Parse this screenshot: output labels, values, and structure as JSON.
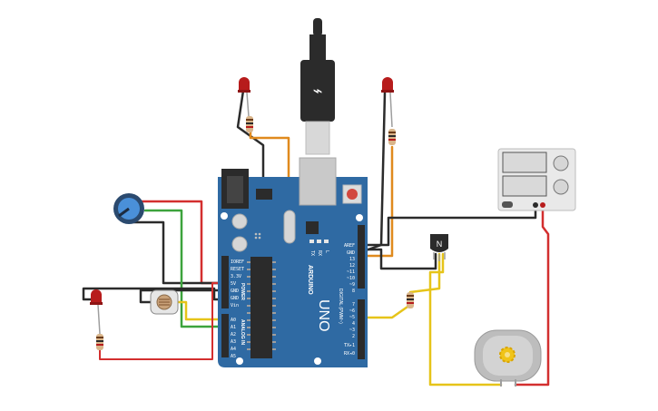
{
  "board": {
    "model": "UNO",
    "brand": "ARDUINO",
    "power_header_title": "POWER",
    "analog_header_title": "ANALOG IN",
    "digital_header_title": "DIGITAL (PWM~)",
    "led_labels": [
      "TX",
      "RX",
      "L"
    ],
    "power_pins": [
      "IOREF",
      "RESET",
      "3.3V",
      "5V",
      "GND",
      "GND",
      "Vin"
    ],
    "analog_pins": [
      "A0",
      "A1",
      "A2",
      "A3",
      "A4",
      "A5"
    ],
    "digital_pins_top": [
      "AREF",
      "GND",
      "13",
      "12",
      "~11",
      "~10",
      "~9",
      "8"
    ],
    "digital_pins_bottom": [
      "7",
      "~6",
      "~5",
      "4",
      "~3",
      "2",
      "TX▸1",
      "RX◂0"
    ]
  },
  "transistor": {
    "label": "N"
  },
  "colors": {
    "board": "#2f6aa3",
    "wire_red": "#d32f2f",
    "wire_black": "#2b2b2b",
    "wire_orange": "#e08a1e",
    "wire_green": "#3ca33c",
    "wire_yellow": "#e6c419",
    "led_red": "#b71c1c"
  }
}
